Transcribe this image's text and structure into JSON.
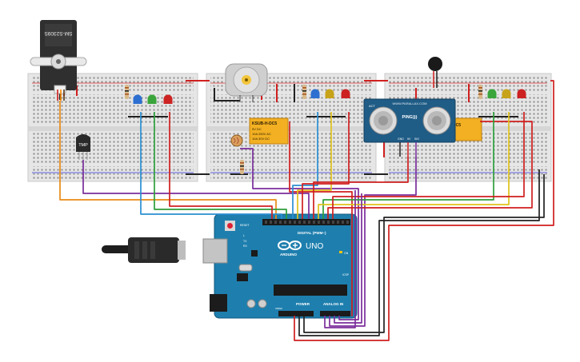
{
  "servo": {
    "label": "SM-S2309S"
  },
  "sensor": {
    "label": "TMP"
  },
  "motor": {
    "label": ""
  },
  "relay1": {
    "lines": [
      "KSUB-H-DC5",
      "5V DC",
      "10A 250V AC",
      "10A 30V DC"
    ]
  },
  "relay2": {
    "label": "DC5"
  },
  "ping": {
    "label": "PING)))",
    "url": "WWW.PARALLAX.COM",
    "pin_labels": [
      "GND",
      "5V",
      "SIG"
    ],
    "side": "ACT"
  },
  "arduino": {
    "name": "UNO",
    "brand": "ARDUINO",
    "power_label": "POWER",
    "analog_label": "ANALOG IN",
    "digital_label": "DIGITAL (PWM~)",
    "reset_label": "RESET",
    "tx_label": "TX",
    "rx_label": "RX",
    "on_label": "ON",
    "l_label": "L",
    "icsp_label": "ICSP",
    "ioref_label": "IOREF"
  },
  "colors": {
    "board": "#1e7fae",
    "breadboard": "#e8e8e8",
    "wire_red": "#d01f1f",
    "wire_black": "#222222",
    "wire_purple": "#7b2d9b",
    "wire_blue": "#2a8fd1",
    "wire_green": "#2e9f3a",
    "wire_orange": "#e98a16",
    "wire_yellow": "#e0c21b",
    "led_blue": "#2d6fd0",
    "led_green": "#3aa53a",
    "led_yellow": "#c7a31a",
    "led_red": "#cc2222",
    "relay": "#f2b022"
  }
}
